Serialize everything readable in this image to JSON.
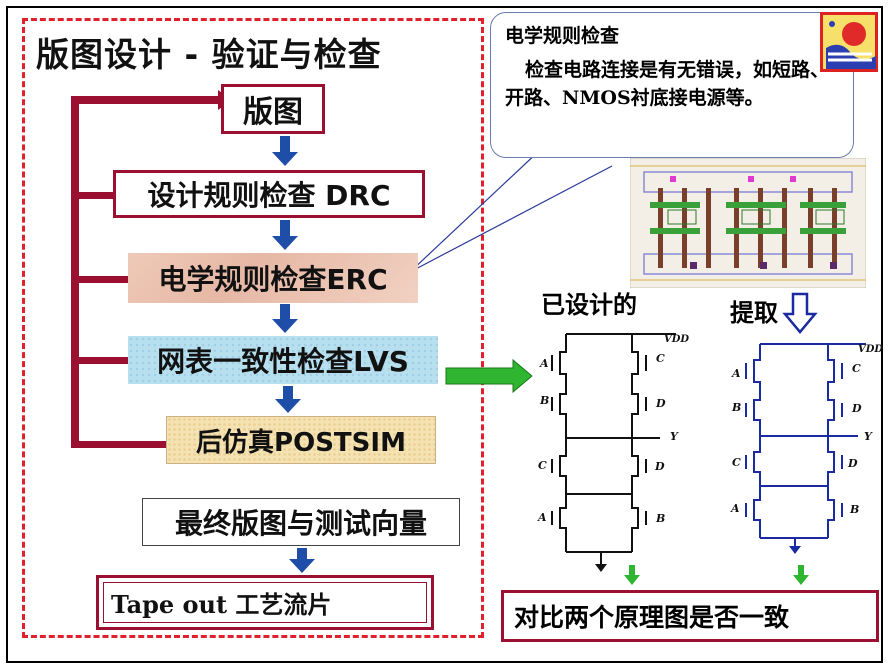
{
  "title": "版图设计 - 验证与检查",
  "flow": {
    "layout": "版图",
    "drc": "设计规则检查 DRC",
    "erc": "电学规则检查ERC",
    "lvs": "网表一致性检查LVS",
    "postsim": "后仿真POSTSIM",
    "final": "最终版图与测试向量",
    "tapeout": "Tape out 工艺流片"
  },
  "callout": {
    "heading": "电学规则检查",
    "body": "检查电路连接是有无错误，如短路、开路、NMOS衬底接电源等。"
  },
  "schematic": {
    "designed_label": "已设计的",
    "extracted_label": "提取",
    "vdd": "VDD",
    "output": "Y",
    "inputs": [
      "A",
      "B",
      "C",
      "D"
    ]
  },
  "compare": "对比两个原理图是否一致",
  "colors": {
    "frame_red": "#e0202a",
    "box_border": "#9b1030",
    "arrow_blue": "#1f4ea8",
    "schematic_blue": "#1a2aa0",
    "arrow_green": "#2fb52f"
  }
}
